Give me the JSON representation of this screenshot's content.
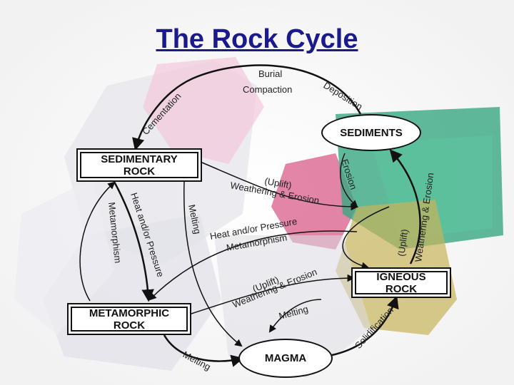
{
  "title": "The Rock Cycle",
  "nodes": {
    "sediments": "SEDIMENTS",
    "sedimentary_rock": "SEDIMENTARY\nROCK",
    "igneous_rock": "IGNEOUS\nROCK",
    "metamorphic_rock": "METAMORPHIC\nROCK",
    "magma": "MAGMA"
  },
  "labels": {
    "burial": "Burial",
    "compaction": "Compaction",
    "cementation": "Cementation",
    "deposition": "Deposition",
    "erosion": "Erosion",
    "uplift_1": "(Uplift)",
    "weathering_erosion_1": "Weathering & Erosion",
    "weathering_erosion_right": "Weathering & Erosion",
    "uplift_right": "(Uplift)",
    "melting_left": "Melting",
    "heat_pressure_left": "Heat and/or Pressure",
    "metamorphism_left": "Metamorphism",
    "heat_pressure_mid": "Heat and/or Pressure",
    "metamorphism_mid": "Metamorphism",
    "uplift_2": "(Uplift)",
    "weathering_erosion_2": "Weathering & Erosion",
    "melting_mid": "Melting",
    "solidification": "Solidification",
    "melting_bottom": "Melting"
  },
  "colors": {
    "title": "#1a1a8c",
    "arrow": "#111111"
  }
}
